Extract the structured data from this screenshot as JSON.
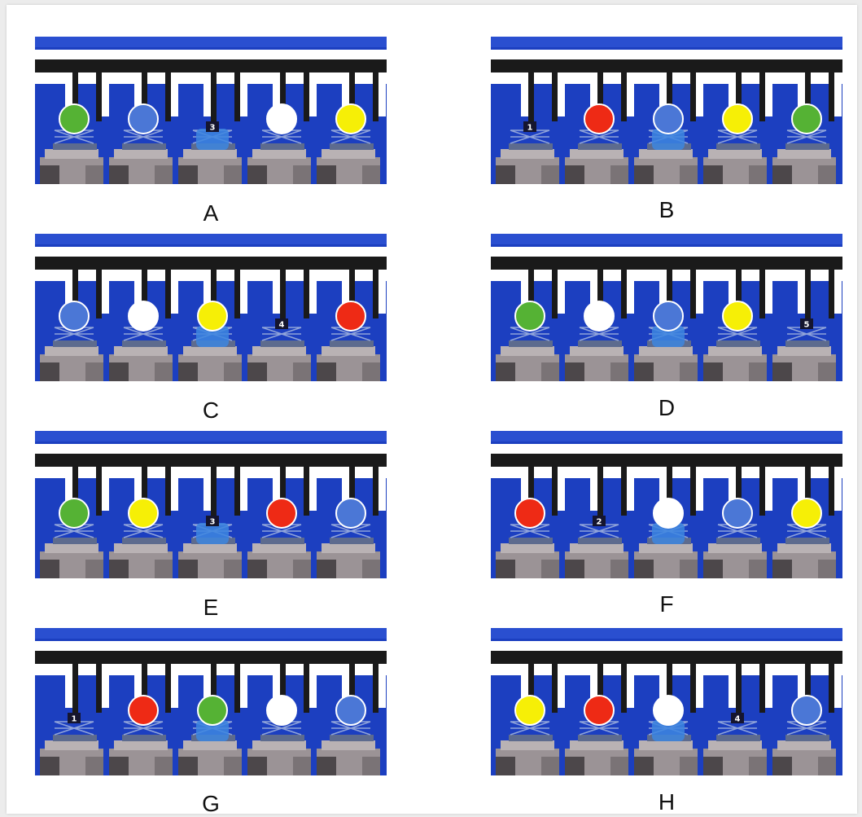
{
  "colors": {
    "green": "#55b234",
    "blue": "#4b77d6",
    "white": "#ffffff",
    "yellow": "#f6ef06",
    "red": "#ee2a15",
    "background": "#1c3fc0"
  },
  "options": [
    {
      "label": "A",
      "slots": [
        {
          "type": "ball",
          "color": "green"
        },
        {
          "type": "ball",
          "color": "blue"
        },
        {
          "type": "tag",
          "text": "3"
        },
        {
          "type": "ball",
          "color": "white"
        },
        {
          "type": "ball",
          "color": "yellow"
        }
      ]
    },
    {
      "label": "B",
      "slots": [
        {
          "type": "tag",
          "text": "1"
        },
        {
          "type": "ball",
          "color": "red"
        },
        {
          "type": "ball",
          "color": "blue"
        },
        {
          "type": "ball",
          "color": "yellow"
        },
        {
          "type": "ball",
          "color": "green"
        }
      ]
    },
    {
      "label": "C",
      "slots": [
        {
          "type": "ball",
          "color": "blue"
        },
        {
          "type": "ball",
          "color": "white"
        },
        {
          "type": "ball",
          "color": "yellow"
        },
        {
          "type": "tag",
          "text": "4"
        },
        {
          "type": "ball",
          "color": "red"
        }
      ]
    },
    {
      "label": "D",
      "slots": [
        {
          "type": "ball",
          "color": "green"
        },
        {
          "type": "ball",
          "color": "white"
        },
        {
          "type": "ball",
          "color": "blue"
        },
        {
          "type": "ball",
          "color": "yellow"
        },
        {
          "type": "tag",
          "text": "5"
        }
      ]
    },
    {
      "label": "E",
      "slots": [
        {
          "type": "ball",
          "color": "green"
        },
        {
          "type": "ball",
          "color": "yellow"
        },
        {
          "type": "tag",
          "text": "3"
        },
        {
          "type": "ball",
          "color": "red"
        },
        {
          "type": "ball",
          "color": "blue"
        }
      ]
    },
    {
      "label": "F",
      "slots": [
        {
          "type": "ball",
          "color": "red"
        },
        {
          "type": "tag",
          "text": "2"
        },
        {
          "type": "ball",
          "color": "white"
        },
        {
          "type": "ball",
          "color": "blue"
        },
        {
          "type": "ball",
          "color": "yellow"
        }
      ]
    },
    {
      "label": "G",
      "slots": [
        {
          "type": "tag",
          "text": "1"
        },
        {
          "type": "ball",
          "color": "red"
        },
        {
          "type": "ball",
          "color": "green"
        },
        {
          "type": "ball",
          "color": "white"
        },
        {
          "type": "ball",
          "color": "blue"
        }
      ]
    },
    {
      "label": "H",
      "slots": [
        {
          "type": "ball",
          "color": "yellow"
        },
        {
          "type": "ball",
          "color": "red"
        },
        {
          "type": "ball",
          "color": "white"
        },
        {
          "type": "tag",
          "text": "4"
        },
        {
          "type": "ball",
          "color": "blue"
        }
      ]
    }
  ]
}
